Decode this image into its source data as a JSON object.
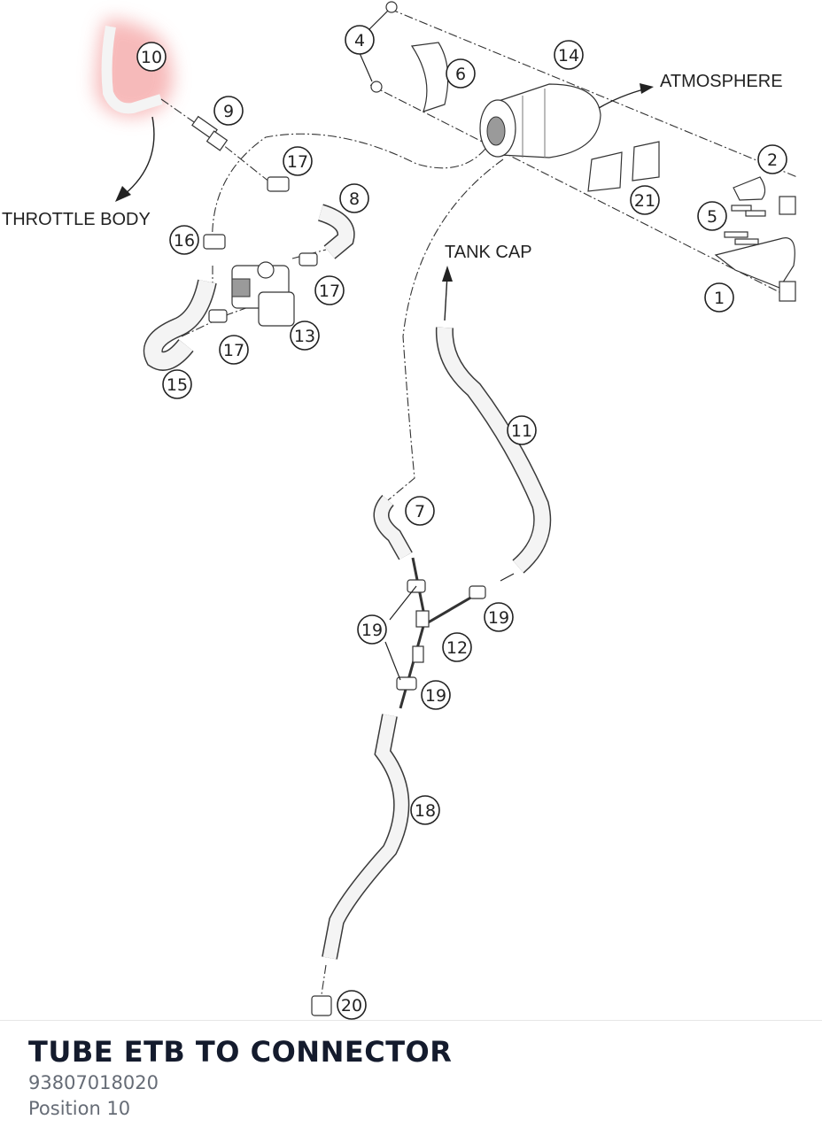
{
  "diagram": {
    "annotations": {
      "throttle_body": "THROTTLE BODY",
      "atmosphere": "ATMOSPHERE",
      "tank_cap": "TANK CAP"
    },
    "callouts": [
      "10",
      "9",
      "4",
      "6",
      "14",
      "2",
      "17",
      "8",
      "16",
      "5",
      "21",
      "17",
      "1",
      "13",
      "17",
      "15",
      "11",
      "7",
      "19",
      "12",
      "19",
      "19",
      "18",
      "20"
    ],
    "highlight_color": "#f4a3a3",
    "selected_callout": "10"
  },
  "part": {
    "title": "TUBE ETB TO CONNECTOR",
    "number": "93807018020",
    "position": "Position 10"
  }
}
